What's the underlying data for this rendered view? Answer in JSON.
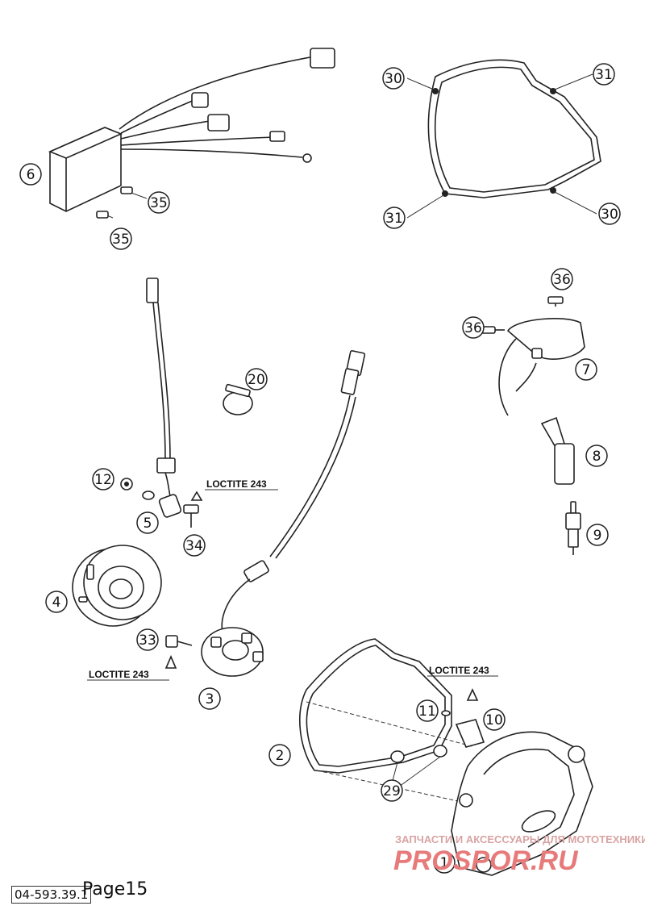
{
  "document": {
    "code": "04-593.39.1",
    "page_label": "Page15"
  },
  "loctite_label": "LOCTITE 243",
  "callouts": {
    "c30a": "30",
    "c31a": "31",
    "c31b": "31",
    "c30b": "30",
    "c6": "6",
    "c35a": "35",
    "c35b": "35",
    "c36a": "36",
    "c36b": "36",
    "c7": "7",
    "c20": "20",
    "c12": "12",
    "c5": "5",
    "c34": "34",
    "c8": "8",
    "c9": "9",
    "c4": "4",
    "c33": "33",
    "c3": "3",
    "c11": "11",
    "c10": "10",
    "c2": "2",
    "c29": "29",
    "c1": "1"
  },
  "watermark": {
    "tagline": "ЗАПЧАСТИ И АКСЕССУАРЫ ДЛЯ МОТОТЕХНИКИ",
    "site": "PROSPOR.RU"
  }
}
